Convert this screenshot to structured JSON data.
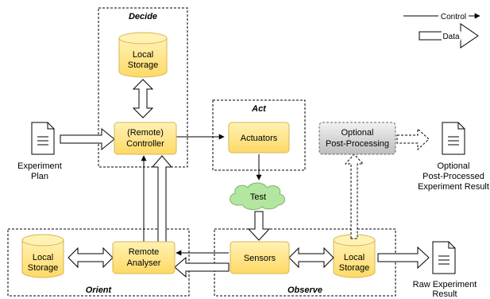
{
  "groups": {
    "decide": "Decide",
    "act": "Act",
    "orient": "Orient",
    "observe": "Observe"
  },
  "nodes": {
    "controller": [
      "(Remote)",
      "Controller"
    ],
    "actuators": "Actuators",
    "test": "Test",
    "sensors": "Sensors",
    "analyser": [
      "Remote",
      "Analyser"
    ],
    "postproc": [
      "Optional",
      "Post-Processing"
    ],
    "storage_decide": [
      "Local",
      "Storage"
    ],
    "storage_orient": [
      "Local",
      "Storage"
    ],
    "storage_observe": [
      "Local",
      "Storage"
    ]
  },
  "documents": {
    "plan": [
      "Experiment",
      "Plan"
    ],
    "postprocessed": [
      "Optional",
      "Post-Processed",
      "Experiment Result"
    ],
    "raw": [
      "Raw Experiment",
      "Result"
    ]
  },
  "legend": {
    "control": "Control",
    "data": "Data"
  },
  "colors": {
    "node_fill": "#ffe680",
    "node_stroke": "#d6b656",
    "test_fill": "#b3e6a0",
    "test_stroke": "#82b366",
    "postproc_fill": "#e6e6e6",
    "postproc_stroke": "#666666"
  }
}
